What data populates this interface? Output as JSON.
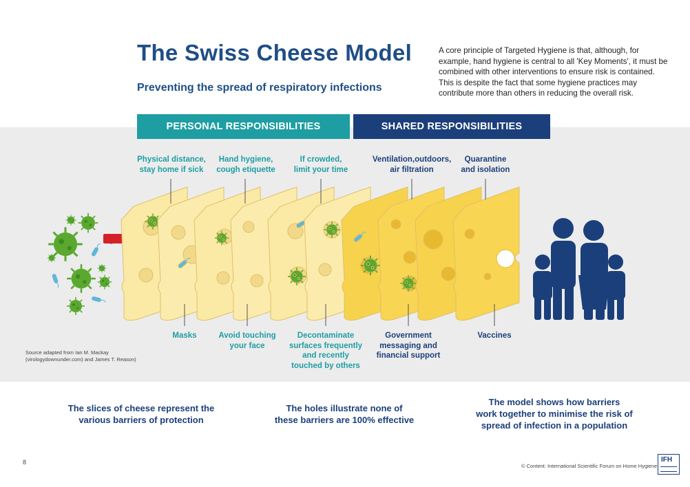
{
  "header": {
    "title": "The Swiss Cheese Model",
    "subtitle": "Preventing the spread of respiratory infections",
    "intro": "A core principle of Targeted Hygiene is that, although, for example, hand hygiene is central to all 'Key Moments', it must be combined with other interventions to ensure risk is contained. This is despite the fact that some hygiene practices may contribute more than others in reducing the overall risk."
  },
  "sections": {
    "personal": "PERSONAL RESPONSIBILITIES",
    "shared": "SHARED RESPONSIBILITIES"
  },
  "barriers_top": {
    "physical_distance": [
      "Physical distance,",
      "stay home if sick"
    ],
    "hand_hygiene": [
      "Hand hygiene,",
      "cough etiquette"
    ],
    "crowded": [
      "If crowded,",
      "limit your time"
    ],
    "ventilation": [
      "Ventilation,outdoors,",
      "air filtration"
    ],
    "quarantine": [
      "Quarantine",
      "and isolation"
    ]
  },
  "barriers_bottom": {
    "masks": [
      "Masks"
    ],
    "avoid_touching": [
      "Avoid touching",
      "your face"
    ],
    "decontaminate": [
      "Decontaminate",
      "surfaces frequently",
      "and recently",
      "touched by others"
    ],
    "government": [
      "Government",
      "messaging and",
      "financial support"
    ],
    "vaccines": [
      "Vaccines"
    ]
  },
  "source": [
    "Source adapted from Ian M. Mackay",
    "(virologydownunder.com) and James T. Reason)"
  ],
  "summaries": {
    "slices": [
      "The slices of cheese represent the",
      "various barriers of protection"
    ],
    "holes": [
      "The holes illustrate none of",
      "these barriers are 100% effective"
    ],
    "model": [
      "The model shows how barriers",
      "work together to minimise the risk of",
      "spread of infection in a population"
    ]
  },
  "footer": {
    "page_number": "8",
    "copyright": "© Content: International Scientific Forum on Home Hygiene",
    "logo_text": "IFH"
  },
  "colors": {
    "title_blue": "#1f4e86",
    "teal": "#1e9ea3",
    "navy": "#1b3f7a",
    "light_cheese": "#fbe9a6",
    "dark_cheese": "#f7d24c",
    "virus": "#5aa830",
    "arrow": "#d62027"
  },
  "icons": {
    "virus": "coronavirus-icon",
    "bacteria": "bacteria-icon",
    "family": "family-icon"
  }
}
